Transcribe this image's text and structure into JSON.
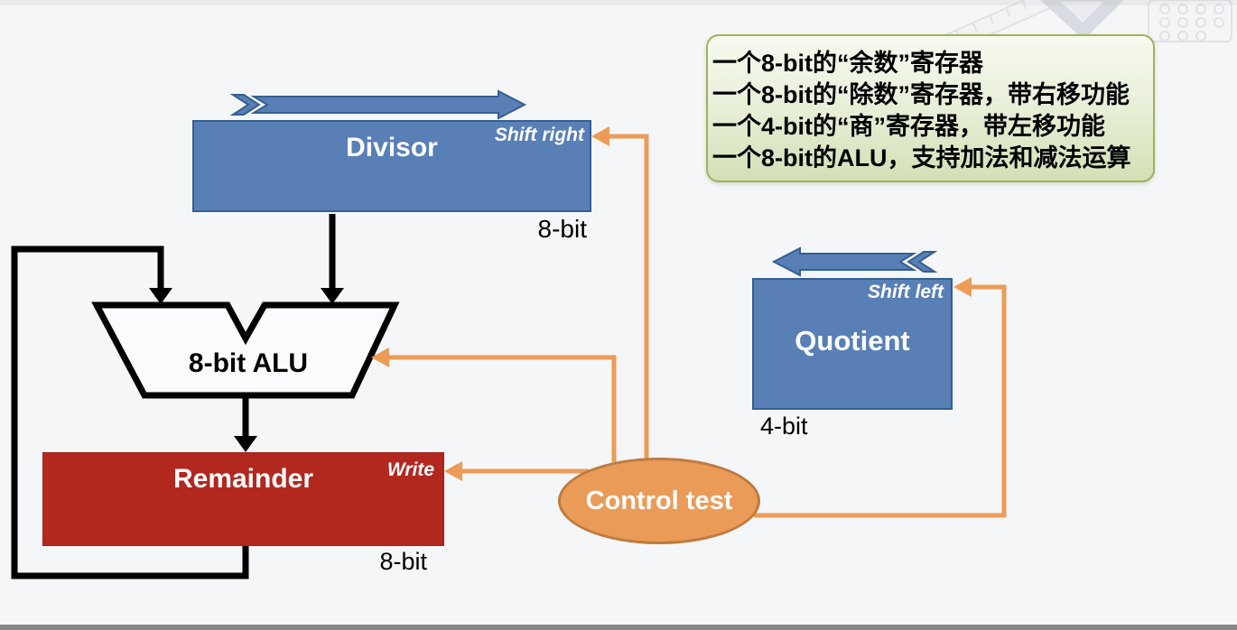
{
  "slide": {
    "background": "#f5f6f8",
    "top_strip_color": "#e9eaec",
    "bottom_bar_color": "#87888a"
  },
  "info_box": {
    "lines": [
      "一个8-bit的“余数”寄存器",
      "一个8-bit的“除数”寄存器，带右移功能",
      "一个4-bit的“商”寄存器，带左移功能",
      "一个8-bit的ALU，支持加法和减法运算"
    ],
    "border_color": "#9eb258",
    "bg_top": "#f7faf0",
    "bg_bottom": "#d3e0b6"
  },
  "registers": {
    "divisor": {
      "label": "Divisor",
      "shift_label": "Shift right",
      "width_label": "8-bit",
      "fill": "#587FB6",
      "border": "#365F91"
    },
    "quotient": {
      "label": "Quotient",
      "shift_label": "Shift left",
      "width_label": "4-bit",
      "fill": "#587FB6",
      "border": "#365F91"
    },
    "remainder": {
      "label": "Remainder",
      "write_label": "Write",
      "width_label": "8-bit",
      "fill": "#B2271E"
    }
  },
  "alu": {
    "label": "8-bit ALU"
  },
  "control": {
    "label": "Control test",
    "fill": "#EA9B58",
    "border": "#BE7B40",
    "signal_color": "#EC9C56"
  },
  "datapath": {
    "line_color": "#000000"
  },
  "icons": {
    "shift_right_arrow": "right-chevron-arrow",
    "shift_left_arrow": "left-chevron-arrow",
    "watermark": "drafting-tools-watermark"
  }
}
